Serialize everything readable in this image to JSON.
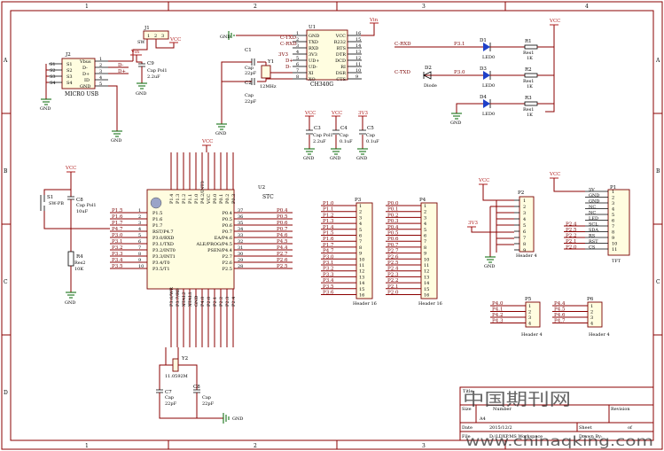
{
  "frame": {
    "columns": [
      "1",
      "2",
      "3",
      "4"
    ],
    "rows": [
      "A",
      "B",
      "C",
      "D"
    ]
  },
  "usb": {
    "ref": "J2",
    "name": "MICRO USB",
    "side_pins": [
      "S1",
      "S2",
      "S3",
      "S4"
    ],
    "pins": [
      "Vbus",
      "D-",
      "D+",
      "ID",
      "GND"
    ],
    "pin_numbers": [
      "1",
      "2",
      "3",
      "4",
      "5"
    ],
    "nets": [
      "D-",
      "D+"
    ],
    "gnd": "GND"
  },
  "switch": {
    "ref": "J1",
    "label": "SW",
    "pins": [
      "1",
      "2",
      "3"
    ],
    "vcc": "VCC"
  },
  "vin_cap": {
    "ref": "C9",
    "value": "Cap Pol1",
    "value2": "2.2uF",
    "vin": "Vin",
    "gnd": "GND"
  },
  "ch340": {
    "ref": "U1",
    "name": "CH340G",
    "left_pins": [
      "GND",
      "TXD",
      "RXD",
      "3V3",
      "UD+",
      "UD-",
      "XI",
      "XO"
    ],
    "left_nums": [
      "1",
      "2",
      "3",
      "4",
      "5",
      "6",
      "7",
      "8"
    ],
    "right_pins": [
      "VCC",
      "R232",
      "RTS",
      "DTR",
      "DCD",
      "RI",
      "DSR",
      "CTS"
    ],
    "right_nums": [
      "16",
      "15",
      "14",
      "13",
      "12",
      "11",
      "10",
      "9"
    ],
    "left_nets": [
      "C-TXD",
      "C-RXD",
      "3V3",
      "D+",
      "D-"
    ],
    "vin": "Vin",
    "gnd": "GND"
  },
  "crystal1": {
    "ref": "Y1",
    "value": "12MHz",
    "c1_ref": "C1",
    "c1_value": "Cap",
    "c1_pf": "22pF",
    "c2_ref": "C2",
    "c2_value": "Cap",
    "c2_pf": "22pF",
    "gnd": "GND"
  },
  "leds": {
    "nets": [
      "C-RXD",
      "C-TXD"
    ],
    "ports": [
      "P3.1",
      "P3.0"
    ],
    "diode_ref": "D2",
    "diode_name": "Diode",
    "items": [
      {
        "ref": "D1",
        "name": "LED0",
        "r_ref": "R1",
        "r_name": "Res1",
        "r_val": "1K"
      },
      {
        "ref": "D3",
        "name": "LED0",
        "r_ref": "R2",
        "r_name": "Res1",
        "r_val": "1K"
      },
      {
        "ref": "D4",
        "name": "LED0",
        "r_ref": "R3",
        "r_name": "Res1",
        "r_val": "1K"
      }
    ],
    "vcc": "VCC",
    "gnd": "GND"
  },
  "decoupling": [
    {
      "ref": "C3",
      "value": "Cap Pol1",
      "value2": "2.2uF",
      "rail": "VCC"
    },
    {
      "ref": "C4",
      "value": "Cap",
      "value2": "0.1uF",
      "rail": "VCC"
    },
    {
      "ref": "C5",
      "value": "Cap",
      "value2": "0.1uF",
      "rail": "3V3"
    }
  ],
  "reset": {
    "vcc": "VCC",
    "sw_ref": "S1",
    "sw_name": "SW-PB",
    "cap_ref": "C8",
    "cap_value": "Cap Pol1",
    "cap_val2": "10uF",
    "r_ref": "R4",
    "r_name": "Res2",
    "r_val": "10K",
    "gnd": "GND"
  },
  "mcu": {
    "ref": "U2",
    "name": "STC",
    "left_pins": [
      "P1.5",
      "P1.6",
      "P1.7",
      "RST/P4.7",
      "P3.0/RXD",
      "P3.1/TXD",
      "P3.2/INT0",
      "P3.3/INT1",
      "P3.4/T0",
      "P3.5/T1"
    ],
    "left_nets": [
      "P1.5",
      "P1.6",
      "P1.7",
      "P4.7",
      "P3.0",
      "P3.1",
      "P3.2",
      "P3.3",
      "P3.4",
      "P3.5"
    ],
    "right_pins": [
      "P0.4",
      "P0.5",
      "P0.6",
      "P0.7",
      "EA/P4.6",
      "ALE/PROG/P4.5",
      "PSEN/P4.4",
      "P2.7",
      "P2.6",
      "P2.5"
    ],
    "right_nets": [
      "P0.4",
      "P0.5",
      "P0.6",
      "P0.7",
      "P4.6",
      "P4.5",
      "P4.4",
      "P2.7",
      "P2.6",
      "P2.5"
    ],
    "top_pins": [
      "P1.4",
      "P1.3",
      "P1.2",
      "P1.1",
      "P1.0",
      "P4.2/INT3",
      "VCC",
      "P0.0",
      "P0.1",
      "P0.2",
      "P0.3"
    ],
    "bottom_pins": [
      "P3.6/WR",
      "P3.7/RD",
      "XTAL2",
      "XTAL1",
      "GND",
      "P4.0",
      "P2.0",
      "P2.1",
      "P2.2",
      "P2.3",
      "P2.4"
    ],
    "vcc": "VCC"
  },
  "crystal2": {
    "ref": "Y2",
    "value": "11.0592M",
    "c7_ref": "C7",
    "c7_value": "Cap",
    "c7_pf": "22pF",
    "c8_ref": "C8",
    "c8_value": "Cap",
    "c8_pf": "22pF",
    "gnd": "GND"
  },
  "p3_header": {
    "ref": "P3",
    "name": "Header 16",
    "nets": [
      "P1.0",
      "P1.1",
      "P1.2",
      "P1.3",
      "P1.4",
      "P1.5",
      "P1.6",
      "P1.7",
      "P4.7",
      "P3.0",
      "P3.1",
      "P3.2",
      "P3.3",
      "P3.4",
      "P3.5",
      "P3.6"
    ]
  },
  "p4_header": {
    "ref": "P4",
    "name": "Header 16",
    "nets": [
      "P0.0",
      "P0.1",
      "P0.2",
      "P0.3",
      "P0.4",
      "P0.5",
      "P0.6",
      "P0.7",
      "P2.7",
      "P2.6",
      "P2.5",
      "P2.4",
      "P2.3",
      "P2.2",
      "P2.1",
      "P2.0"
    ]
  },
  "p2_header": {
    "ref": "P2",
    "name": "Header 4",
    "vcc": "VCC",
    "v33": "3V3",
    "gnd": "GND"
  },
  "tft": {
    "ref": "P1",
    "name": "TFT",
    "vcc": "VCC",
    "labels": [
      "5V",
      "GND",
      "GND",
      "NC",
      "NC",
      "LED",
      "SCL",
      "SDA",
      "RS",
      "RST",
      "CS"
    ],
    "nets": [
      "P2.4",
      "P2.5",
      "P2.2",
      "P2.1",
      "P2.0"
    ]
  },
  "p5_header": {
    "ref": "P5",
    "name": "Header 4",
    "nets": [
      "P4.0",
      "P4.1",
      "P4.2",
      "P4.3"
    ]
  },
  "p6_header": {
    "ref": "P6",
    "name": "Header 4",
    "nets": [
      "P4.4",
      "P4.5",
      "P4.6",
      "P4.7"
    ]
  },
  "title_block": {
    "title_label": "Title",
    "size_label": "Size",
    "size_value": "A4",
    "number_label": "Number",
    "revision_label": "Revision",
    "date_label": "Date",
    "date_value": "2015/12/2",
    "file_label": "File",
    "file_value": "D:\\LDXP.MS Workspace",
    "sheet_label": "Sheet",
    "of_label": "of",
    "drawn_label": "Drawn By:"
  },
  "gnd_label": "GND",
  "watermark": {
    "line1": "中国期刊网",
    "line2": "www.chinaqking.com"
  }
}
